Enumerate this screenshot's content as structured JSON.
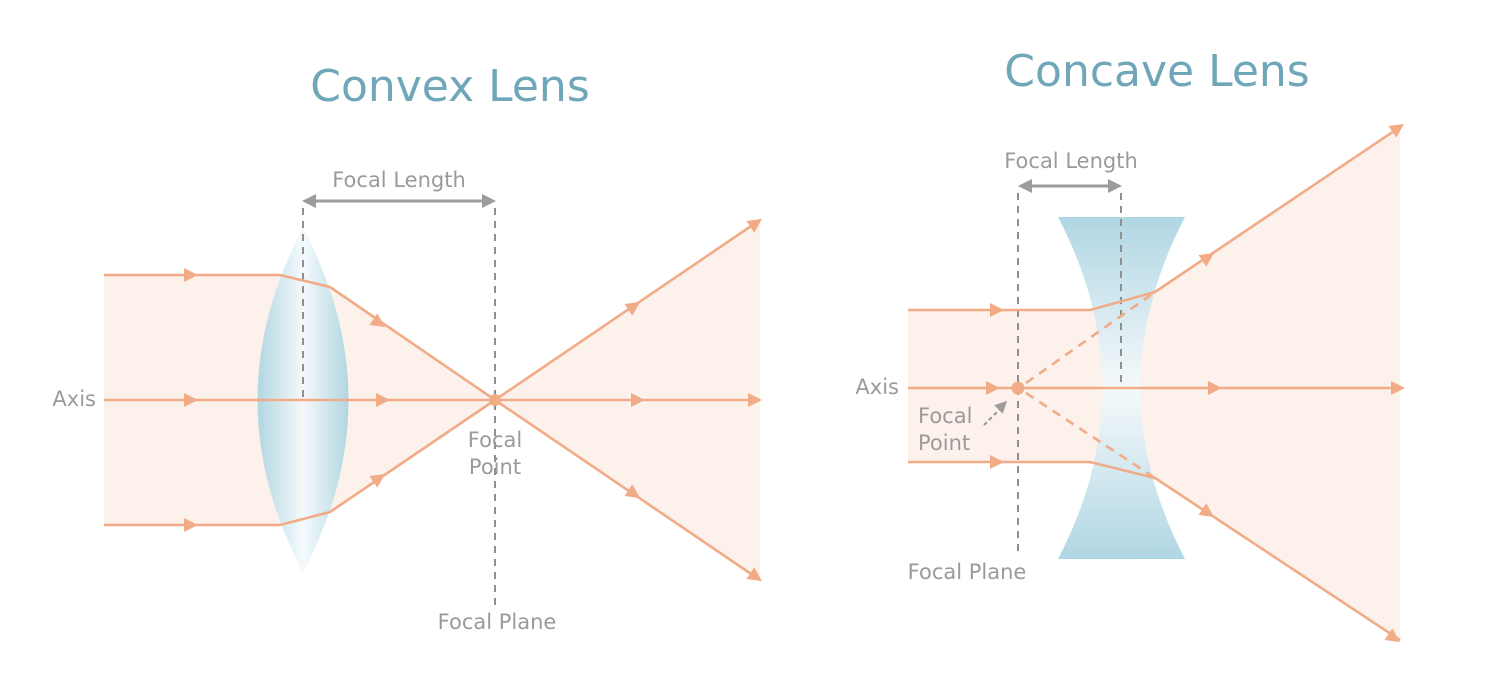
{
  "convex": {
    "title": "Convex Lens",
    "focal_length_label": "Focal Length",
    "axis_label": "Axis",
    "focal_point_label_line1": "Focal",
    "focal_point_label_line2": "Point",
    "focal_plane_label": "Focal Plane"
  },
  "concave": {
    "title": "Concave Lens",
    "focal_length_label": "Focal Length",
    "axis_label": "Axis",
    "focal_point_label_line1": "Focal",
    "focal_point_label_line2": "Point",
    "focal_plane_label": "Focal Plane"
  },
  "colors": {
    "title": "#6fa7b8",
    "label": "#9a9a9a",
    "ray": "#f1ab86",
    "beam": "#fdf1ec",
    "lens_edge": "#a9d3e1",
    "lens_center": "#eef7fa"
  }
}
